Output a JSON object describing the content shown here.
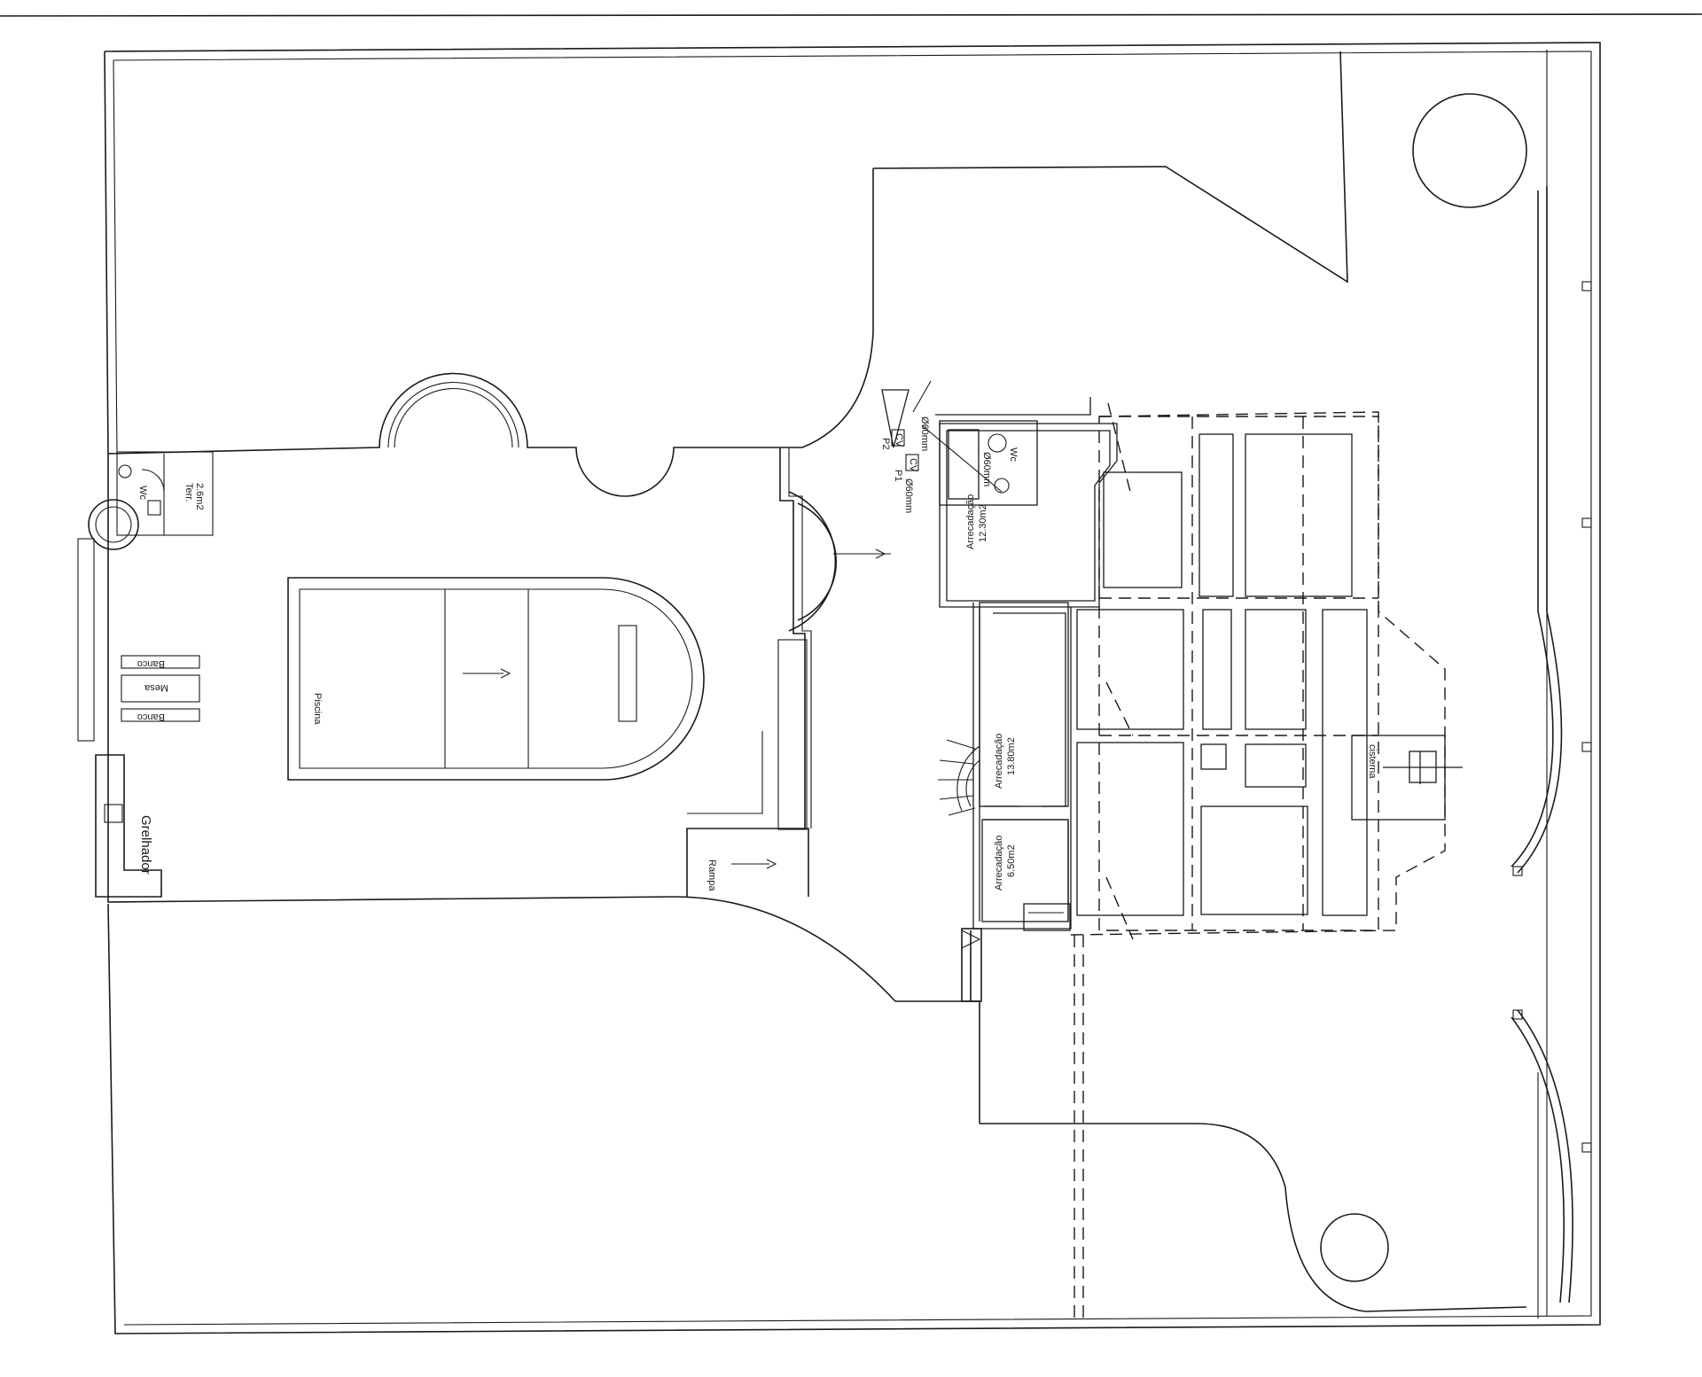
{
  "labels": {
    "piscina": "Piscina",
    "rampa": "Rampa",
    "grelhador": "Grelhador",
    "banco_top": "Banco",
    "mesa": "Mesa",
    "banco_bottom": "Banco",
    "terr": "Terr.",
    "terr_area": "2.6m2",
    "wc_left": "Wc",
    "wc_right": "Wc",
    "arrecadacao_1": "Arrecadação",
    "arrecadacao_1_area": "12.30m2",
    "arrecadacao_2": "Arrecadação",
    "arrecadacao_2_area": "13.80m2",
    "arrecadacao_3": "Arrecadação",
    "arrecadacao_3_area": "6.50m2",
    "cisterna": "cisterna",
    "p1": "P1",
    "p2": "P2",
    "cv_1": "CV",
    "cv_2": "CV",
    "pipe_1": "Ø60mm",
    "pipe_2": "Ø60mm",
    "pipe_3": "Ø60mm"
  },
  "colors": {
    "line": "#1a1a1a",
    "paper": "#ffffff"
  }
}
